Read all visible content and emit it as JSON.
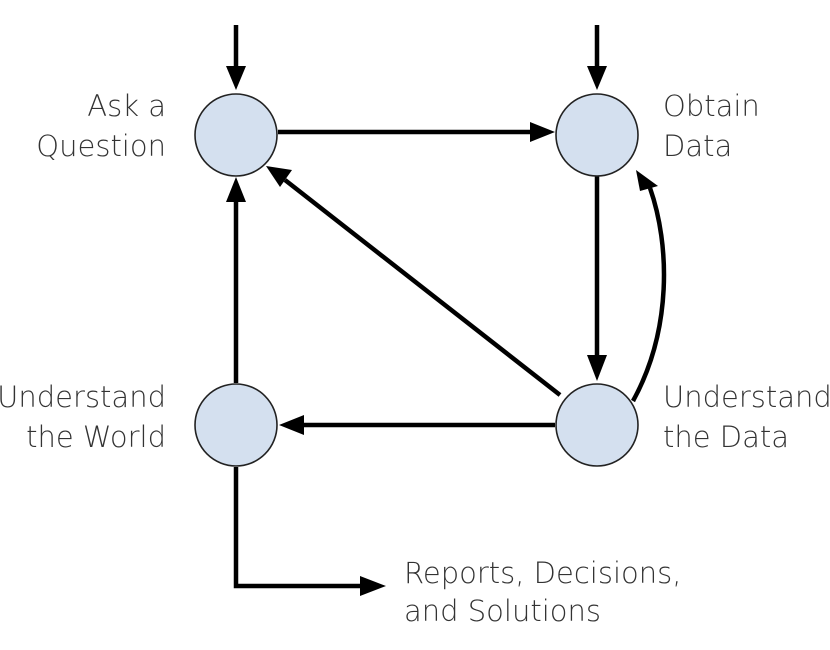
{
  "nodes": {
    "ask_question": {
      "lines": [
        "Ask a",
        "Question"
      ]
    },
    "obtain_data": {
      "lines": [
        "Obtain",
        "Data"
      ]
    },
    "understand_world": {
      "lines": [
        "Understand",
        "the World"
      ]
    },
    "understand_data": {
      "lines": [
        "Understand",
        "the Data"
      ]
    }
  },
  "output": {
    "lines": [
      "Reports, Decisions,",
      "and Solutions"
    ]
  },
  "colors": {
    "node_fill": "#d4e0ef",
    "node_stroke": "#222222",
    "edge": "#000000",
    "text": "#333333"
  }
}
